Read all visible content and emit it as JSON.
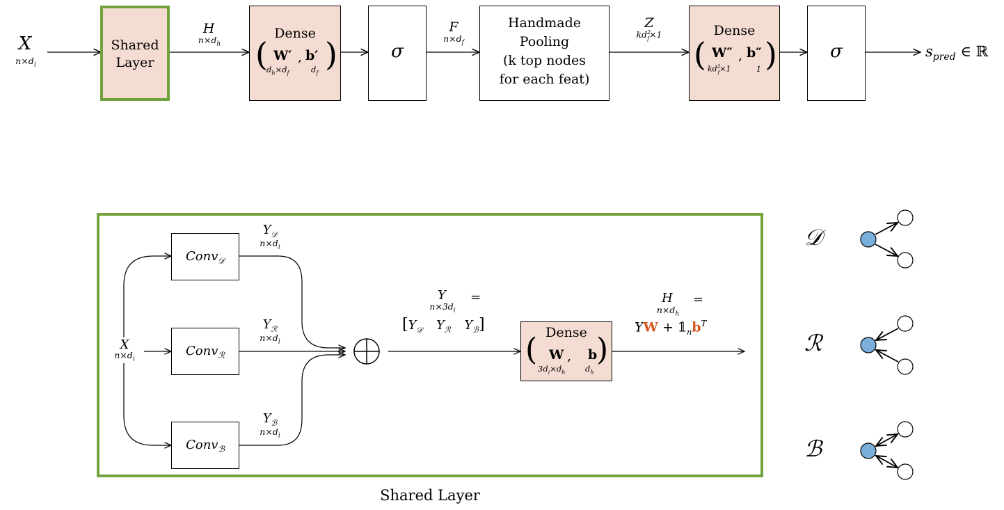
{
  "top_row": {
    "input_label": "X",
    "input_dim": "n×d",
    "input_dim_sub": "i",
    "shared_layer_label": [
      "Shared",
      "Layer"
    ],
    "h_label": "H",
    "h_dim": "n×d",
    "h_dim_sub": "h",
    "dense1_title": "Dense",
    "dense1_w": "W′",
    "dense1_b": "b′",
    "dense1_w_dim": "d",
    "dense1_w_dim_sub1": "h",
    "dense1_w_dim_mid": "×d",
    "dense1_w_dim_sub2": "f",
    "dense1_b_dim": "d",
    "dense1_b_dim_sub": "f",
    "sigma1": "σ",
    "f_label": "F",
    "f_dim": "n×d",
    "f_dim_sub": "f",
    "pooling_lines": [
      "Handmade",
      "Pooling",
      "(k top nodes",
      "for each feat)"
    ],
    "z_label": "Z",
    "z_dim": "kd",
    "z_dim_sup": "2",
    "z_dim_sub": "f",
    "z_dim_tail": "×1",
    "dense2_title": "Dense",
    "dense2_w": "W″",
    "dense2_b": "b″",
    "dense2_w_dim": "kd",
    "dense2_w_dim_sup": "2",
    "dense2_w_dim_sub": "f",
    "dense2_w_dim_tail": "×1",
    "dense2_b_dim": "1",
    "sigma2": "σ",
    "output_label": "s",
    "output_sub": "pred",
    "output_tail": "∈ ℝ"
  },
  "shared_layer": {
    "caption": "Shared Layer",
    "x_label": "X",
    "x_dim": "n×d",
    "x_dim_sub": "i",
    "conv_d": "Conv",
    "conv_d_sub": "𝒟",
    "conv_r": "Conv",
    "conv_r_sub": "ℛ",
    "conv_b": "Conv",
    "conv_b_sub": "ℬ",
    "y_d": "Y",
    "y_d_sub": "𝒟",
    "y_r": "Y",
    "y_r_sub": "ℛ",
    "y_b": "Y",
    "y_b_sub": "ℬ",
    "y_dim": "n×d",
    "y_dim_sub": "i",
    "oplus": "⊕",
    "y_concat_label": "Y",
    "y_concat_dim": "n×3d",
    "y_concat_dim_sub": "i",
    "equals": "=",
    "concat_parts": [
      "Y",
      "𝒟",
      "Y",
      "ℛ",
      "Y",
      "ℬ"
    ],
    "dense_title": "Dense",
    "dense_w": "W",
    "dense_b": "b",
    "dense_w_dim": "3d",
    "dense_w_dim_sub1": "i",
    "dense_w_dim_mid": "×d",
    "dense_w_dim_sub2": "h",
    "dense_b_dim": "d",
    "dense_b_dim_sub": "h",
    "h_label": "H",
    "h_dim": "n×d",
    "h_dim_sub": "h",
    "h_equals": "=",
    "formula_y": "Y",
    "formula_w": "W",
    "formula_plus": "+",
    "formula_one": "𝟙",
    "formula_one_sub": "n",
    "formula_b": "b",
    "formula_t": "T"
  },
  "legend": {
    "d_symbol": "𝒟",
    "r_symbol": "ℛ",
    "b_symbol": "ℬ"
  },
  "colors": {
    "green_border": "#72a23b",
    "pink_fill": "#f5dcd2",
    "node_fill": "#7aaedb",
    "orange": "#d2581e"
  }
}
